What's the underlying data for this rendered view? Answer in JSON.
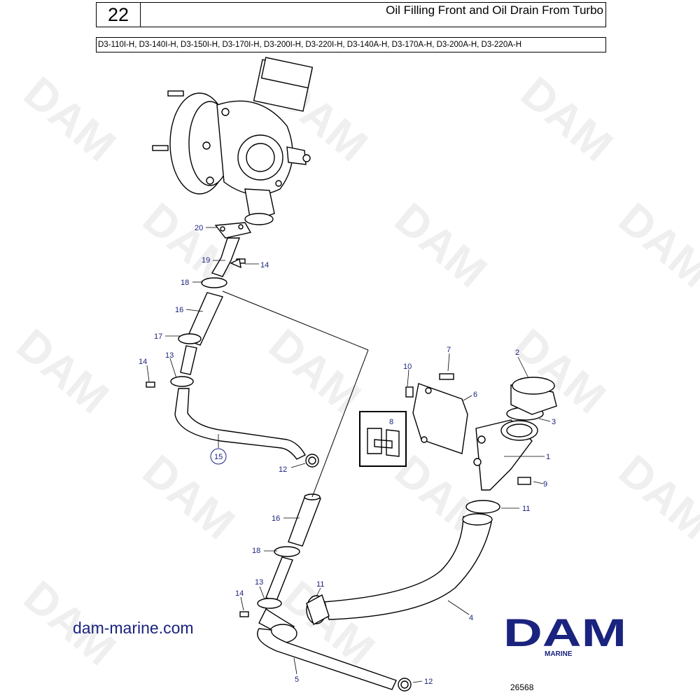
{
  "header": {
    "number": "22",
    "title": "Oil Filling Front and Oil Drain From Turbo",
    "models": "D3-110I-H, D3-140I-H, D3-150I-H, D3-170I-H, D3-200I-H, D3-220I-H, D3-140A-H, D3-170A-H, D3-200A-H, D3-220A-H"
  },
  "watermark": "DAM",
  "callouts": [
    {
      "id": "c20",
      "text": "20"
    },
    {
      "id": "c19",
      "text": "19"
    },
    {
      "id": "c14a",
      "text": "14"
    },
    {
      "id": "c18a",
      "text": "18"
    },
    {
      "id": "c16a",
      "text": "16"
    },
    {
      "id": "c17",
      "text": "17"
    },
    {
      "id": "c14b",
      "text": "14"
    },
    {
      "id": "c13a",
      "text": "13"
    },
    {
      "id": "c15",
      "text": "15"
    },
    {
      "id": "c12a",
      "text": "12"
    },
    {
      "id": "c16b",
      "text": "16"
    },
    {
      "id": "c18b",
      "text": "18"
    },
    {
      "id": "c13b",
      "text": "13"
    },
    {
      "id": "c14c",
      "text": "14"
    },
    {
      "id": "c11a",
      "text": "11"
    },
    {
      "id": "c5",
      "text": "5"
    },
    {
      "id": "c12b",
      "text": "12"
    },
    {
      "id": "c4",
      "text": "4"
    },
    {
      "id": "c11b",
      "text": "11"
    },
    {
      "id": "c10",
      "text": "10"
    },
    {
      "id": "c7",
      "text": "7"
    },
    {
      "id": "c6",
      "text": "6"
    },
    {
      "id": "c8",
      "text": "8"
    },
    {
      "id": "c2",
      "text": "2"
    },
    {
      "id": "c3",
      "text": "3"
    },
    {
      "id": "c1",
      "text": "1"
    },
    {
      "id": "c9",
      "text": "9"
    }
  ],
  "footer": {
    "website": "dam-marine.com",
    "brand": "DAM",
    "brand_sub": "MARINE",
    "doc_number": "26568"
  },
  "colors": {
    "label": "#1a237e",
    "brand": "#1a237e",
    "line": "#000000"
  }
}
